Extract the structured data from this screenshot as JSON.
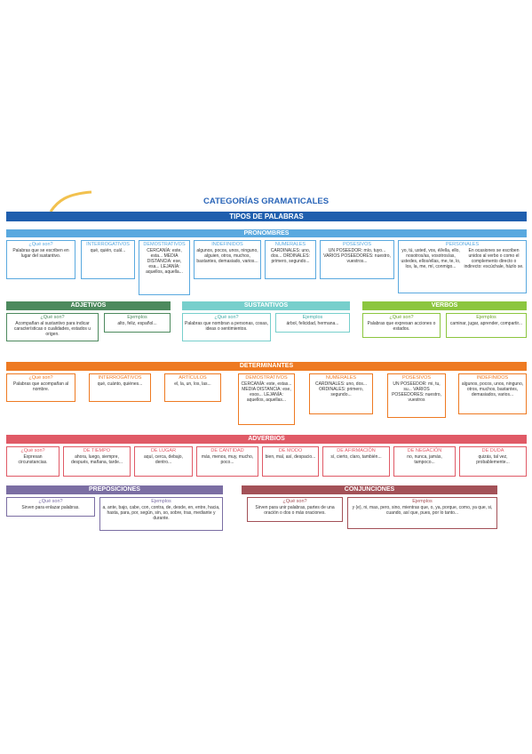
{
  "header": {
    "title": "CATEGORÍAS GRAMATICALES",
    "band": "TIPOS DE PALABRAS"
  },
  "colors": {
    "blue": "#1f5fae",
    "light_blue": "#5aa9df",
    "green": "#4d8a5e",
    "teal": "#77cfcc",
    "lime": "#8cc63f",
    "orange": "#ee7a22",
    "red": "#e05a66",
    "purple": "#7b6ea3",
    "maroon": "#a35157",
    "gold": "#f2c14e"
  },
  "pronombres": {
    "label": "PRONOMBRES",
    "boxes": [
      {
        "h": "¿Qué son?",
        "b": "Palabras que se escriben en lugar del sustantivo."
      },
      {
        "h": "INTERROGATIVOS",
        "b": "qué, quién, cuál..."
      },
      {
        "h": "DEMOSTRATIVOS",
        "b": "CERCANÍA: este, esta... MEDIA DISTANCIA: ese, esa... LEJANÍA: aquellos, aquella..."
      },
      {
        "h": "INDEFINIDOS",
        "b": "algunos, pocos, unos, ninguno, alguien, otros, muchos, bastantes, demasiado, varios..."
      },
      {
        "h": "NUMERALES",
        "b": "CARDINALES: uno, dos... ORDINALES: primero, segundo..."
      },
      {
        "h": "POSESIVOS",
        "b": "UN POSEEDOR: mío, tuyo... VARIOS POSEEDORES: nuestro, vuestros..."
      },
      {
        "h": "PERSONALES",
        "b": "yo, tú, usted, vos, él/ella, ello, nosotros/as, vosotros/as, ustedes, ellos/ellas, me, te, lo, los, la, me, mí, conmigo..."
      },
      {
        "h": "",
        "b": "En ocasiones se escriben unidos al verbo o como el complemento directo o indirecto: escúchale, házlo se."
      }
    ]
  },
  "adjetivos": {
    "label": "ADJETIVOS",
    "q": "¿Qué son?",
    "q_b": "Acompañan al sustantivo para indicar características o cualidades, estados u origen.",
    "e": "Ejemplos",
    "e_b": "alto, feliz, español..."
  },
  "sustantivos": {
    "label": "SUSTANTIVOS",
    "q": "¿Qué son?",
    "q_b": "Palabras que nombran a personas, cosas, ideas o sentimientos.",
    "e": "Ejemplos",
    "e_b": "árbol, felicidad, hermana..."
  },
  "verbos": {
    "label": "VERBOS",
    "q": "¿Qué son?",
    "q_b": "Palabras que expresan acciones o estados.",
    "e": "Ejemplos",
    "e_b": "caminar, jugar, aprender, compartir..."
  },
  "determinantes": {
    "label": "DETERMINANTES",
    "boxes": [
      {
        "h": "¿Qué son?",
        "b": "Palabras que acompañan al nombre."
      },
      {
        "h": "INTERROGATIVOS",
        "b": "qué, cuánto, quiénes..."
      },
      {
        "h": "ARTÍCULOS",
        "b": "el, la, un, los, las..."
      },
      {
        "h": "DEMOSTRATIVOS",
        "b": "CERCANÍA: este, estas... MEDIA DISTANCIA: ese, esos... LEJANÍA: aquellos, aquellas..."
      },
      {
        "h": "NUMERALES",
        "b": "CARDINALES: uno, dos... ORDINALES: primero, segundo..."
      },
      {
        "h": "POSESIVOS",
        "b": "UN POSEEDOR: mi, tu, su... VARIOS POSEEDORES: nuestro, vuestros"
      },
      {
        "h": "INDEFINIDOS",
        "b": "algunos, pocos, unos, ninguno, otros, muchos, bastantes, demasiados, varios..."
      }
    ]
  },
  "adverbios": {
    "label": "ADVERBIOS",
    "boxes": [
      {
        "h": "¿Qué son?",
        "b": "Expresan circunstancias."
      },
      {
        "h": "DE TIEMPO",
        "b": "ahora, luego, siempre, después, mañana, tarde..."
      },
      {
        "h": "DE LUGAR",
        "b": "aquí, cerca, debajo, dentro..."
      },
      {
        "h": "DE CANTIDAD",
        "b": "más, menos, muy, mucho, poco..."
      },
      {
        "h": "DE MODO",
        "b": "bien, mal, así, despacio..."
      },
      {
        "h": "DE AFIRMACIÓN",
        "b": "sí, cierto, claro, también..."
      },
      {
        "h": "DE NEGACIÓN",
        "b": "no, nunca, jamás, tampoco..."
      },
      {
        "h": "DE DUDA",
        "b": "quizás, tal vez, probablemente..."
      }
    ]
  },
  "preposiciones": {
    "label": "PREPOSICIONES",
    "q": "¿Qué son?",
    "q_b": "Sirven para enlazar palabras.",
    "e": "Ejemplos",
    "e_b": "a, ante, bajo, cabe, con, contra, de, desde, en, entre, hacia, hasta, para, por, según, sin, so, sobre, tras, mediante y durante."
  },
  "conjunciones": {
    "label": "CONJUNCIONES",
    "q": "¿Qué son?",
    "q_b": "Sirven para unir palabras, partes de una oración o dos o más oraciones.",
    "e": "Ejemplos",
    "e_b": "y (e), ni, mas, pero, sino, mientras que, o, ya, porque, como, ya que, si, cuando, así que, pues, por lo tanto..."
  }
}
